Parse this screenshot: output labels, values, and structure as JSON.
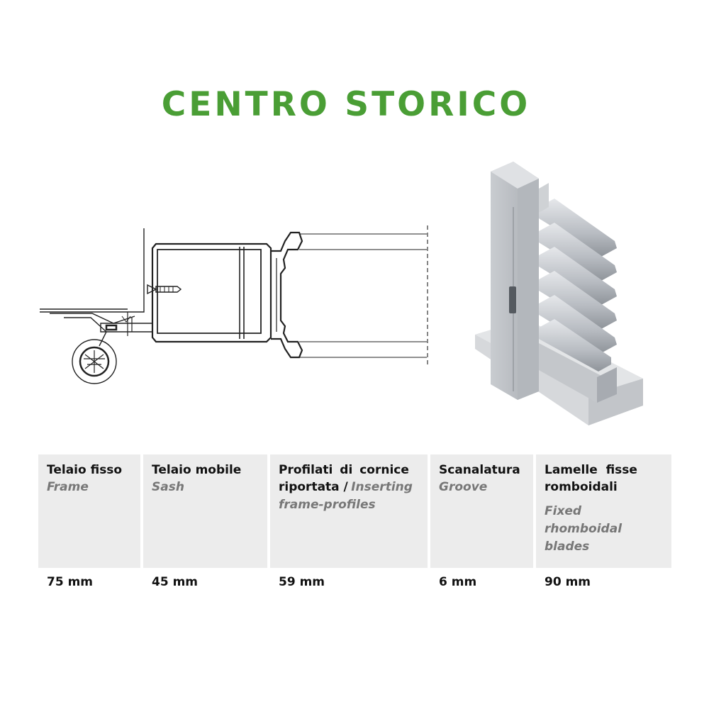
{
  "title": "CENTRO STORICO",
  "colors": {
    "title_green": "#4a9e35",
    "table_bg": "#ececec",
    "english_text": "#777777"
  },
  "columns": [
    {
      "it": "Telaio fisso",
      "en": "Frame",
      "value": "75 mm"
    },
    {
      "it": "Telaio mobile",
      "en": "Sash",
      "value": "45 mm"
    },
    {
      "it_line1": "Profilati di cornice",
      "it_line2": "riportata /",
      "en_line1": "Inserting",
      "en_line2": "frame-profiles",
      "value": "59 mm"
    },
    {
      "it": "Scanalatura",
      "en": "Groove",
      "value": "6 mm"
    },
    {
      "it_line1": "Lamelle  fisse",
      "it_line2": "romboidali",
      "en_line1": "Fixed",
      "en_line2": "rhomboidal",
      "en_line3": "blades",
      "value": "90 mm"
    }
  ]
}
